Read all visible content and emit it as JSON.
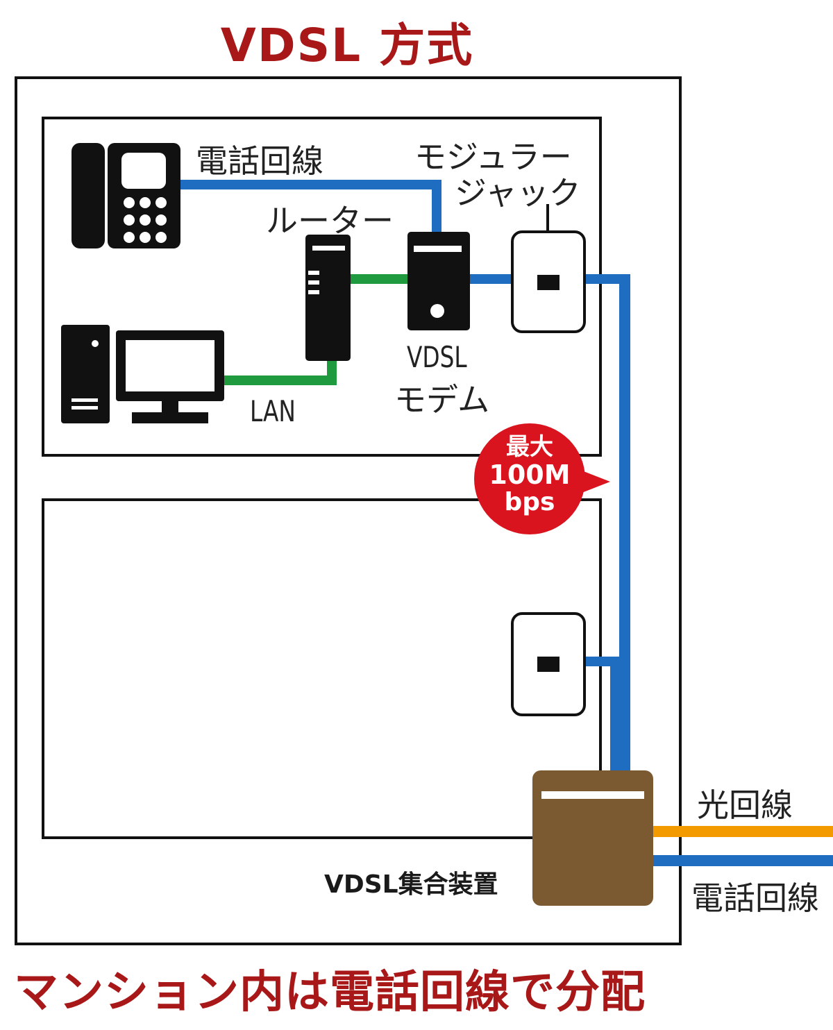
{
  "title": "VDSL 方式",
  "footer": "マンション内は電話回線で分配",
  "labels": {
    "phone_line_top": "電話回線",
    "modular_jack_1": "モジュラー",
    "modular_jack_2": "ジャック",
    "router": "ルーター",
    "vdsl_modem_1": "VDSL",
    "vdsl_modem_2": "モデム",
    "lan": "LAN",
    "vdsl_hub": "VDSL集合装置",
    "fiber_line": "光回線",
    "phone_line_bottom": "電話回線"
  },
  "badge": {
    "line1": "最大",
    "line2": "100M",
    "line3": "bps"
  },
  "colors": {
    "phone_line": "#1f6dc0",
    "lan_cable": "#1f9a3e",
    "fiber": "#f39a00",
    "hub": "#7b5a32",
    "title_red": "#a81818",
    "badge_red": "#d9141e"
  },
  "icons": [
    "telephone-icon",
    "desktop-pc-icon",
    "router-icon",
    "vdsl-modem-icon",
    "modular-jack-icon",
    "vdsl-hub-icon"
  ]
}
